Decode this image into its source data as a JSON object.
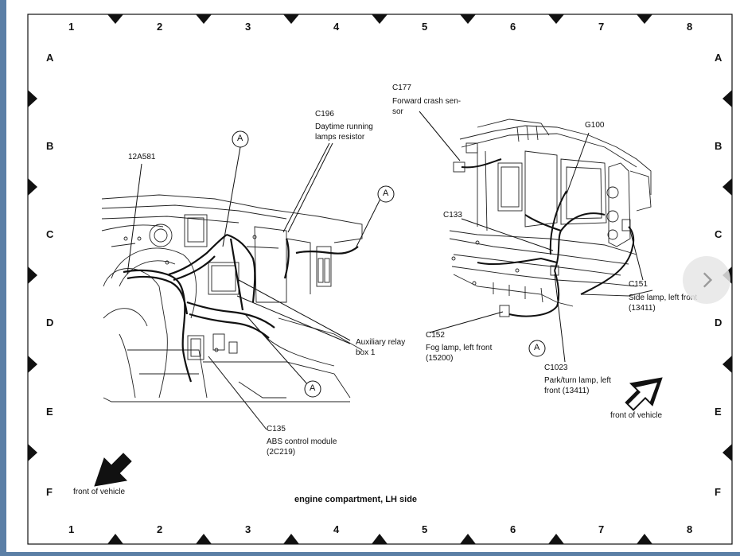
{
  "grid": {
    "columns": [
      "1",
      "2",
      "3",
      "4",
      "5",
      "6",
      "7",
      "8"
    ],
    "rows": [
      "A",
      "B",
      "C",
      "D",
      "E",
      "F"
    ]
  },
  "labels": {
    "c177_code": "C177",
    "c177_desc1": "Forward crash sen-",
    "c177_desc2": "sor",
    "c196_code": "C196",
    "c196_desc1": "Daytime running",
    "c196_desc2": "lamps resistor",
    "g100": "G100",
    "p12a581": "12A581",
    "c133": "C133",
    "c151_code": "C151",
    "c151_desc1": "Side lamp, left front",
    "c151_desc2": "(13411)",
    "aux1": "Auxiliary relay",
    "aux2": "box 1",
    "c152_code": "C152",
    "c152_desc1": "Fog lamp, left front",
    "c152_desc2": "(15200)",
    "c1023_code": "C1023",
    "c1023_desc1": "Park/turn lamp, left",
    "c1023_desc2": "front (13411)",
    "c135_code": "C135",
    "c135_desc1": "ABS control module",
    "c135_desc2": "(2C219)",
    "front_left": "front of vehicle",
    "front_right": "front of vehicle",
    "callout": "A"
  },
  "caption": "engine compartment, LH side",
  "nav": {
    "next_icon": "chevron-right-icon"
  }
}
